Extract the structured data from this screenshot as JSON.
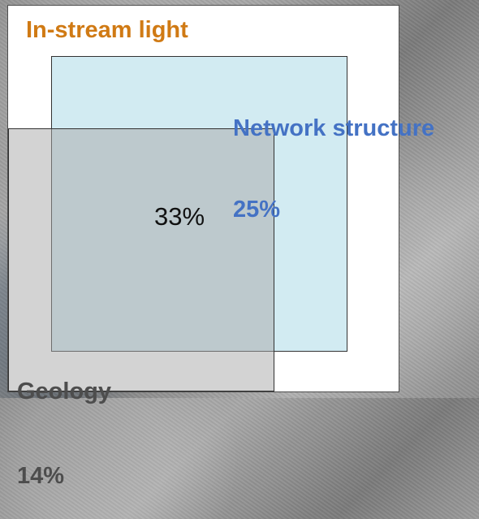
{
  "labels": {
    "in_stream_light": "In-stream light",
    "network_structure": "Network structure",
    "network_structure_pct": "25%",
    "shared_pct": "33%",
    "geology": "Geology",
    "geology_pct": "14%"
  }
}
